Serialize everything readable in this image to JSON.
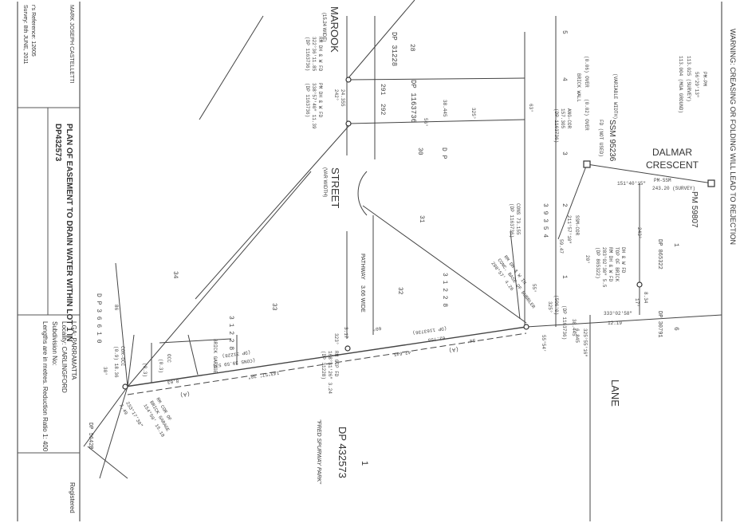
{
  "warning": "WARNING: CREASING OR FOLDING WILL LEAD TO REJECTION",
  "title_block": {
    "title_line1": "PLAN OF EASEMENT TO DRAIN WATER WITHIN LOT 1 IN",
    "title_line2": "DP432573",
    "surveyor": "MARK JOSEPH CASTELLETTI",
    "survey_date": "Survey:      8th JUNE, 2011",
    "reference": "r's Reference:    12605",
    "lga": "LGA:   PARRAMATTA",
    "locality": "Locality:  CARLINGFORD",
    "subdivision": "Subdivision No:",
    "lengths_note": "Lengths are in metres. Reduction Ratio 1: 400",
    "registered": "Registered"
  },
  "streets": {
    "marook": "MAROOK",
    "marook_width": "(15.24 WIDE)",
    "dalmar_1": "DALMAR",
    "dalmar_2": "CRESCENT",
    "street": "STREET",
    "street_width": "(VAR WIDTH)",
    "lane": "LANE",
    "pathway": "PATHWAY",
    "pathway_width": "3.66 WIDE",
    "park": "\"FRED SPURWAY PARK\""
  },
  "plan": {
    "lot": "1",
    "dp": "DP 432573",
    "pm_top": "PM-PM",
    "pm_bearing": "56°29'13\"",
    "pm_dist1": "113.025 (SURVEY)",
    "pm_dist2": "113.004 (MGA GROUND)",
    "pm_59807": "PM 59807",
    "ssm_95236": "SSM 95236",
    "ssm_95236_fd": "FD (NOT USED)",
    "pm_ssm_bearing": "151°40'15\"",
    "pm_ssm_label": "PM-SSM",
    "pm_ssm_dist": "243.20 (SURVEY)",
    "ssm_cor": "SSM-COR",
    "ssm_cor_bearing": "211°57'10\"",
    "ssm_cor_dist": "59.47",
    "over1": "(0.06) OVER",
    "over2": "(0.02) OVER",
    "brick_wall": "BRICK WALL",
    "variable_width": "(VARIABLE WIDTH)",
    "dp_1163736_a": "DP 1163736",
    "dp_31228": "DP 31228",
    "lot_28": "28",
    "lot_291": "291",
    "lot_292": "292",
    "dist_38445": "38.445",
    "brg_325": "325°",
    "brg_56": "56°",
    "brg_63": "63°",
    "ang_cor": "ANG-COR",
    "ang_cor_dist": "157.305",
    "ang_cor_dp": "(DP 1163736)",
    "marook_dh1": "RM DH & W FD",
    "marook_dh1_brg": "322°36'11.85",
    "marook_dh1_dp": "(DP 1163736)",
    "marook_dh2": "PM DH & W FD",
    "marook_dh2_brg": "338°57'40\" 11.39",
    "marook_dh2_dp": "(DP 1163736)",
    "dist_24355": "24.355",
    "brg_242": "242°",
    "lot_30": "30",
    "dp_30": "D P",
    "lot_31": "31",
    "cons_dist": "CONS 73.155",
    "cons_dp": "(DP 1163736)",
    "lot_3_2": "3 9 3 5 4",
    "lot_2": "2",
    "lot_3": "3",
    "lot_4": "4",
    "lot_5": "5",
    "lot_32": "32",
    "dp_31228_b": "3 1 2 2 8",
    "bubbler_1": "RM DH & W IN",
    "bubbler_2": "CONC. BASE OF BUBBLER",
    "bubbler_3": "288°57' 4.26",
    "dp_506": "(506'0)",
    "brg_325b": "325°",
    "dp_1163736_b": "(DP 1163736)",
    "dist_38445b": "38.445",
    "dist_6845": "6.845",
    "brg_325_55": "325°55'16\"",
    "brg_55_54": "55°54'",
    "brg_55": "55°",
    "dh_top_1": "DH & W FD",
    "dh_top_2": "TOP OF BRICK",
    "dh_top_3": "RM DH & W FD",
    "dh_top_4": "283°02'30\" 5.5",
    "dh_top_5": "(DP 865322)",
    "dp_865322": "DP 865322",
    "dist_243": "243°",
    "dist_20": "20°",
    "dist_17": "17°",
    "dist_834": "8.34",
    "brg_333": "333°02'58\"",
    "dist_1219": "12.19",
    "dp_30791": "DP 30791",
    "lot_6": "6",
    "lot_1b": "1",
    "pathway_dp": "(DP 1163736)",
    "dist_62755": "62.755",
    "dist_42645": "42.645",
    "brg_54": "54°",
    "easement_a1": "(A)",
    "easement_a2": "(A)",
    "brg_60": "60°",
    "rm_gip_1": "RM GIP FD",
    "rm_gip_2": "168°31'26\" 3.24",
    "rm_gip_3": "(DP 31228)",
    "dist_317": "3.17",
    "brg_323": "323°",
    "cons_2": "(CONS 39.59 57)",
    "cons_2b": "(DP 31228)",
    "brick_garage": "BRICK GARAGE",
    "dist_4357": "143°57' 30\"",
    "lot_33": "33",
    "lot_34": "34",
    "dp_31228_c": "3 1 2 2 8",
    "dist_863": "8.63",
    "occ": "OCC",
    "occ2": "(0.3)",
    "occ3": "(0.3)",
    "cor_occ": "COR-OCC",
    "cor_occ_2": "(0.9) 18.36",
    "brg_30": "30°",
    "dist_86": "86",
    "dp_36610": "D P 3 6 6 1 0",
    "dp_5642b": "DP 5642B",
    "rm_cor_1": "RM COR OF",
    "rm_cor_2": "BRICK GARAGE",
    "rm_cor_3": "154°50' 15.18",
    "brg_233": "233°17'30\"",
    "dist_249": "2.49"
  }
}
